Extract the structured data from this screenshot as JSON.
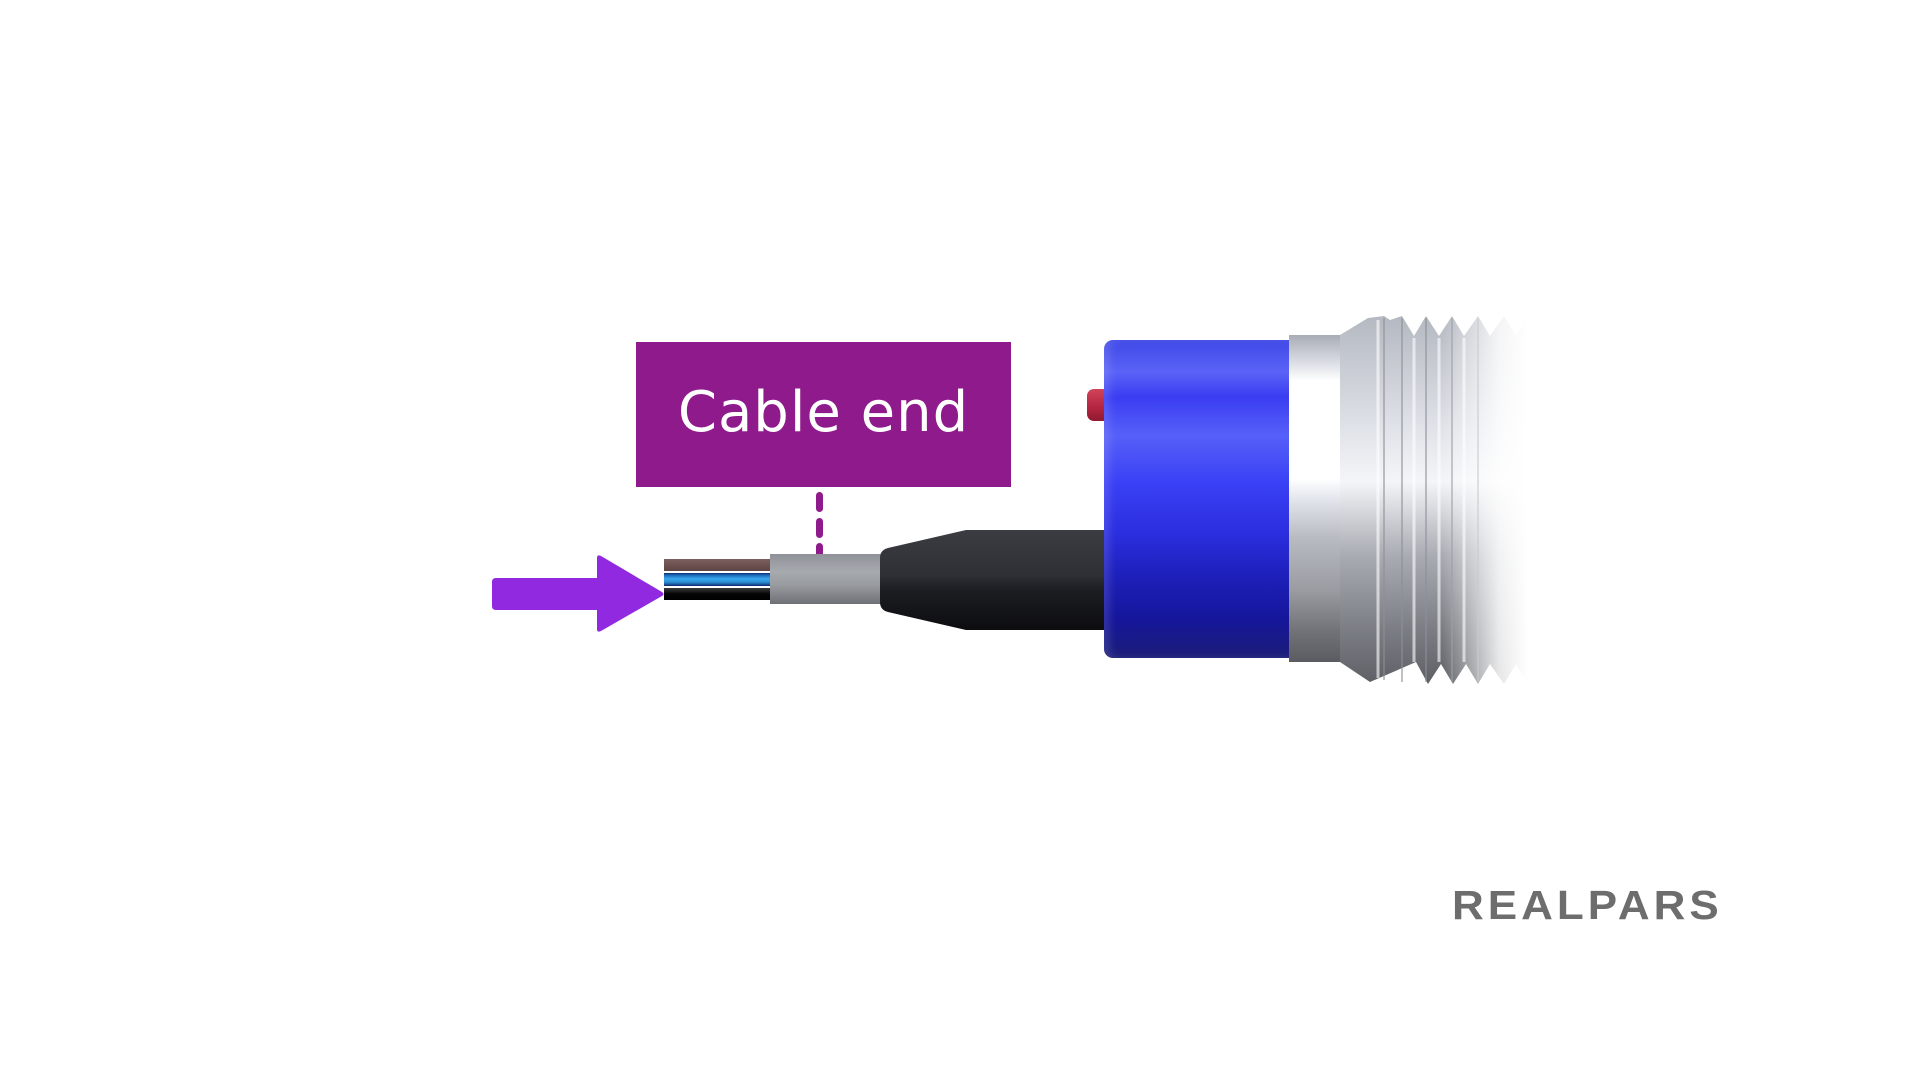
{
  "diagram": {
    "title": "Cable end",
    "label": {
      "text": "Cable end",
      "background_color": "#8f1a8c",
      "text_color": "#ffffff"
    },
    "pointer_arrow": {
      "direction": "right",
      "color": "#9129e0",
      "target": "stripped wire ends"
    },
    "components": [
      {
        "name": "stripped wires",
        "colors": [
          "#6b5150",
          "#2a8fd4",
          "#0a0a0a"
        ]
      },
      {
        "name": "gray cable sheath",
        "color": "#a2a5aa"
      },
      {
        "name": "black strain relief boot",
        "color": "#2c2d32"
      },
      {
        "name": "blue connector body",
        "color": "#3a3df2"
      },
      {
        "name": "red indicator button",
        "color": "#b32440"
      },
      {
        "name": "silver threaded collar",
        "color": "#c8cbd2"
      }
    ]
  },
  "branding": {
    "logo_text": "REALPARS",
    "logo_color": "#6d6d6d"
  }
}
